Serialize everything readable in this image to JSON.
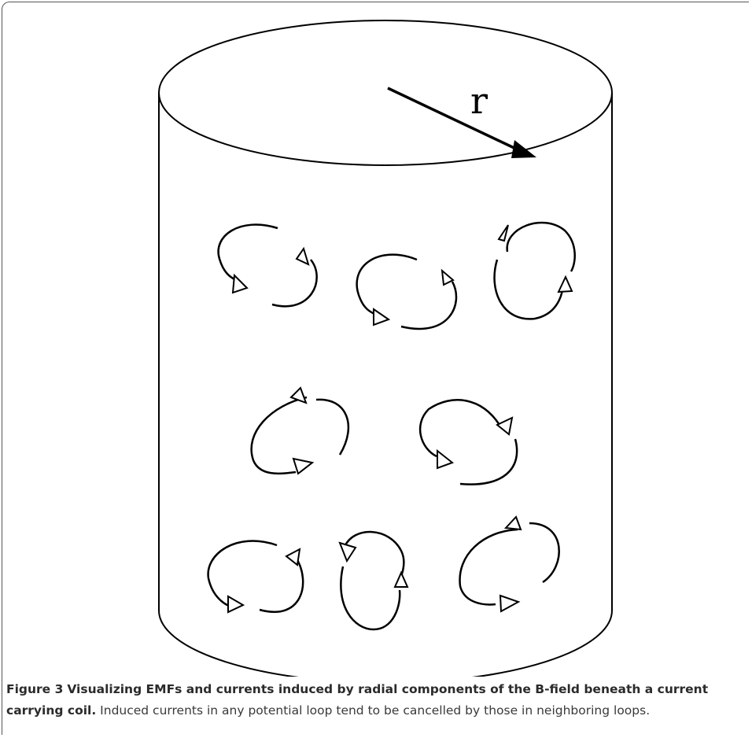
{
  "diagram": {
    "radius_label": "r",
    "loop_count": 8
  },
  "caption": {
    "number": "Figure 3",
    "title": "Visualizing EMFs and currents induced by radial components of the B-field beneath a current carrying coil.",
    "body": "Induced currents in any potential loop tend to be cancelled by those in neighboring loops."
  }
}
